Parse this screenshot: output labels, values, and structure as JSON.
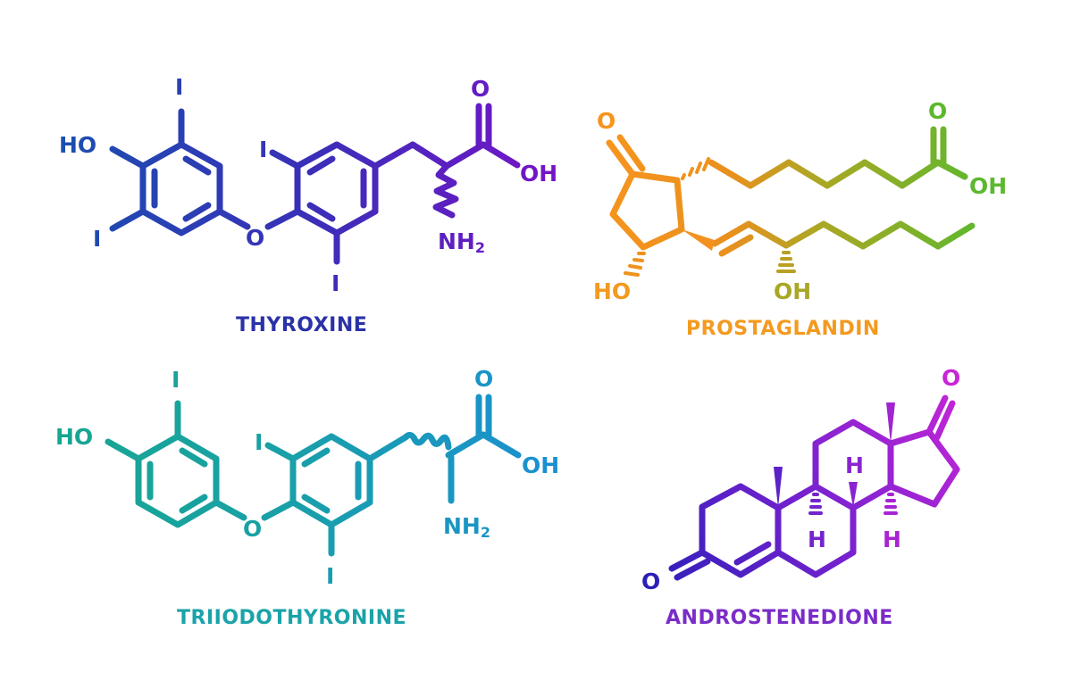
{
  "molecules": {
    "thyroxine": {
      "name": "THYROXINE",
      "color_start": "#1a4fb0",
      "color_end": "#6a12c4",
      "atoms": {
        "hydroxyl": "HO",
        "iodine": "I",
        "ether_oxygen": "O",
        "carbonyl_oxygen": "O",
        "acid_oh": "OH",
        "amine": "NH",
        "amine_sub": "2"
      }
    },
    "prostaglandin": {
      "name": "PROSTAGLANDIN",
      "color_start": "#f7941d",
      "color_end": "#5cb82e",
      "label_color": "#f39a1f",
      "atoms": {
        "ketone_oxygen": "O",
        "ring_hydroxyl": "HO",
        "chain_hydroxyl": "OH",
        "carbonyl_oxygen": "O",
        "acid_oh": "OH"
      }
    },
    "triiodothyronine": {
      "name": "TRIIODOTHYRONINE",
      "color_start": "#17a68f",
      "color_end": "#1a8fd4",
      "label_color": "#1aa3a8",
      "atoms": {
        "hydroxyl": "HO",
        "iodine": "I",
        "ether_oxygen": "O",
        "carbonyl_oxygen": "O",
        "acid_oh": "OH",
        "amine": "NH",
        "amine_sub": "2"
      }
    },
    "androstenedione": {
      "name": "ANDROSTENEDIONE",
      "color_start": "#2c1fb8",
      "color_end": "#c826d6",
      "label_color": "#7a2cc8",
      "atoms": {
        "ketone_oxygen_a": "O",
        "ketone_oxygen_d": "O",
        "hydrogen": "H"
      }
    }
  }
}
